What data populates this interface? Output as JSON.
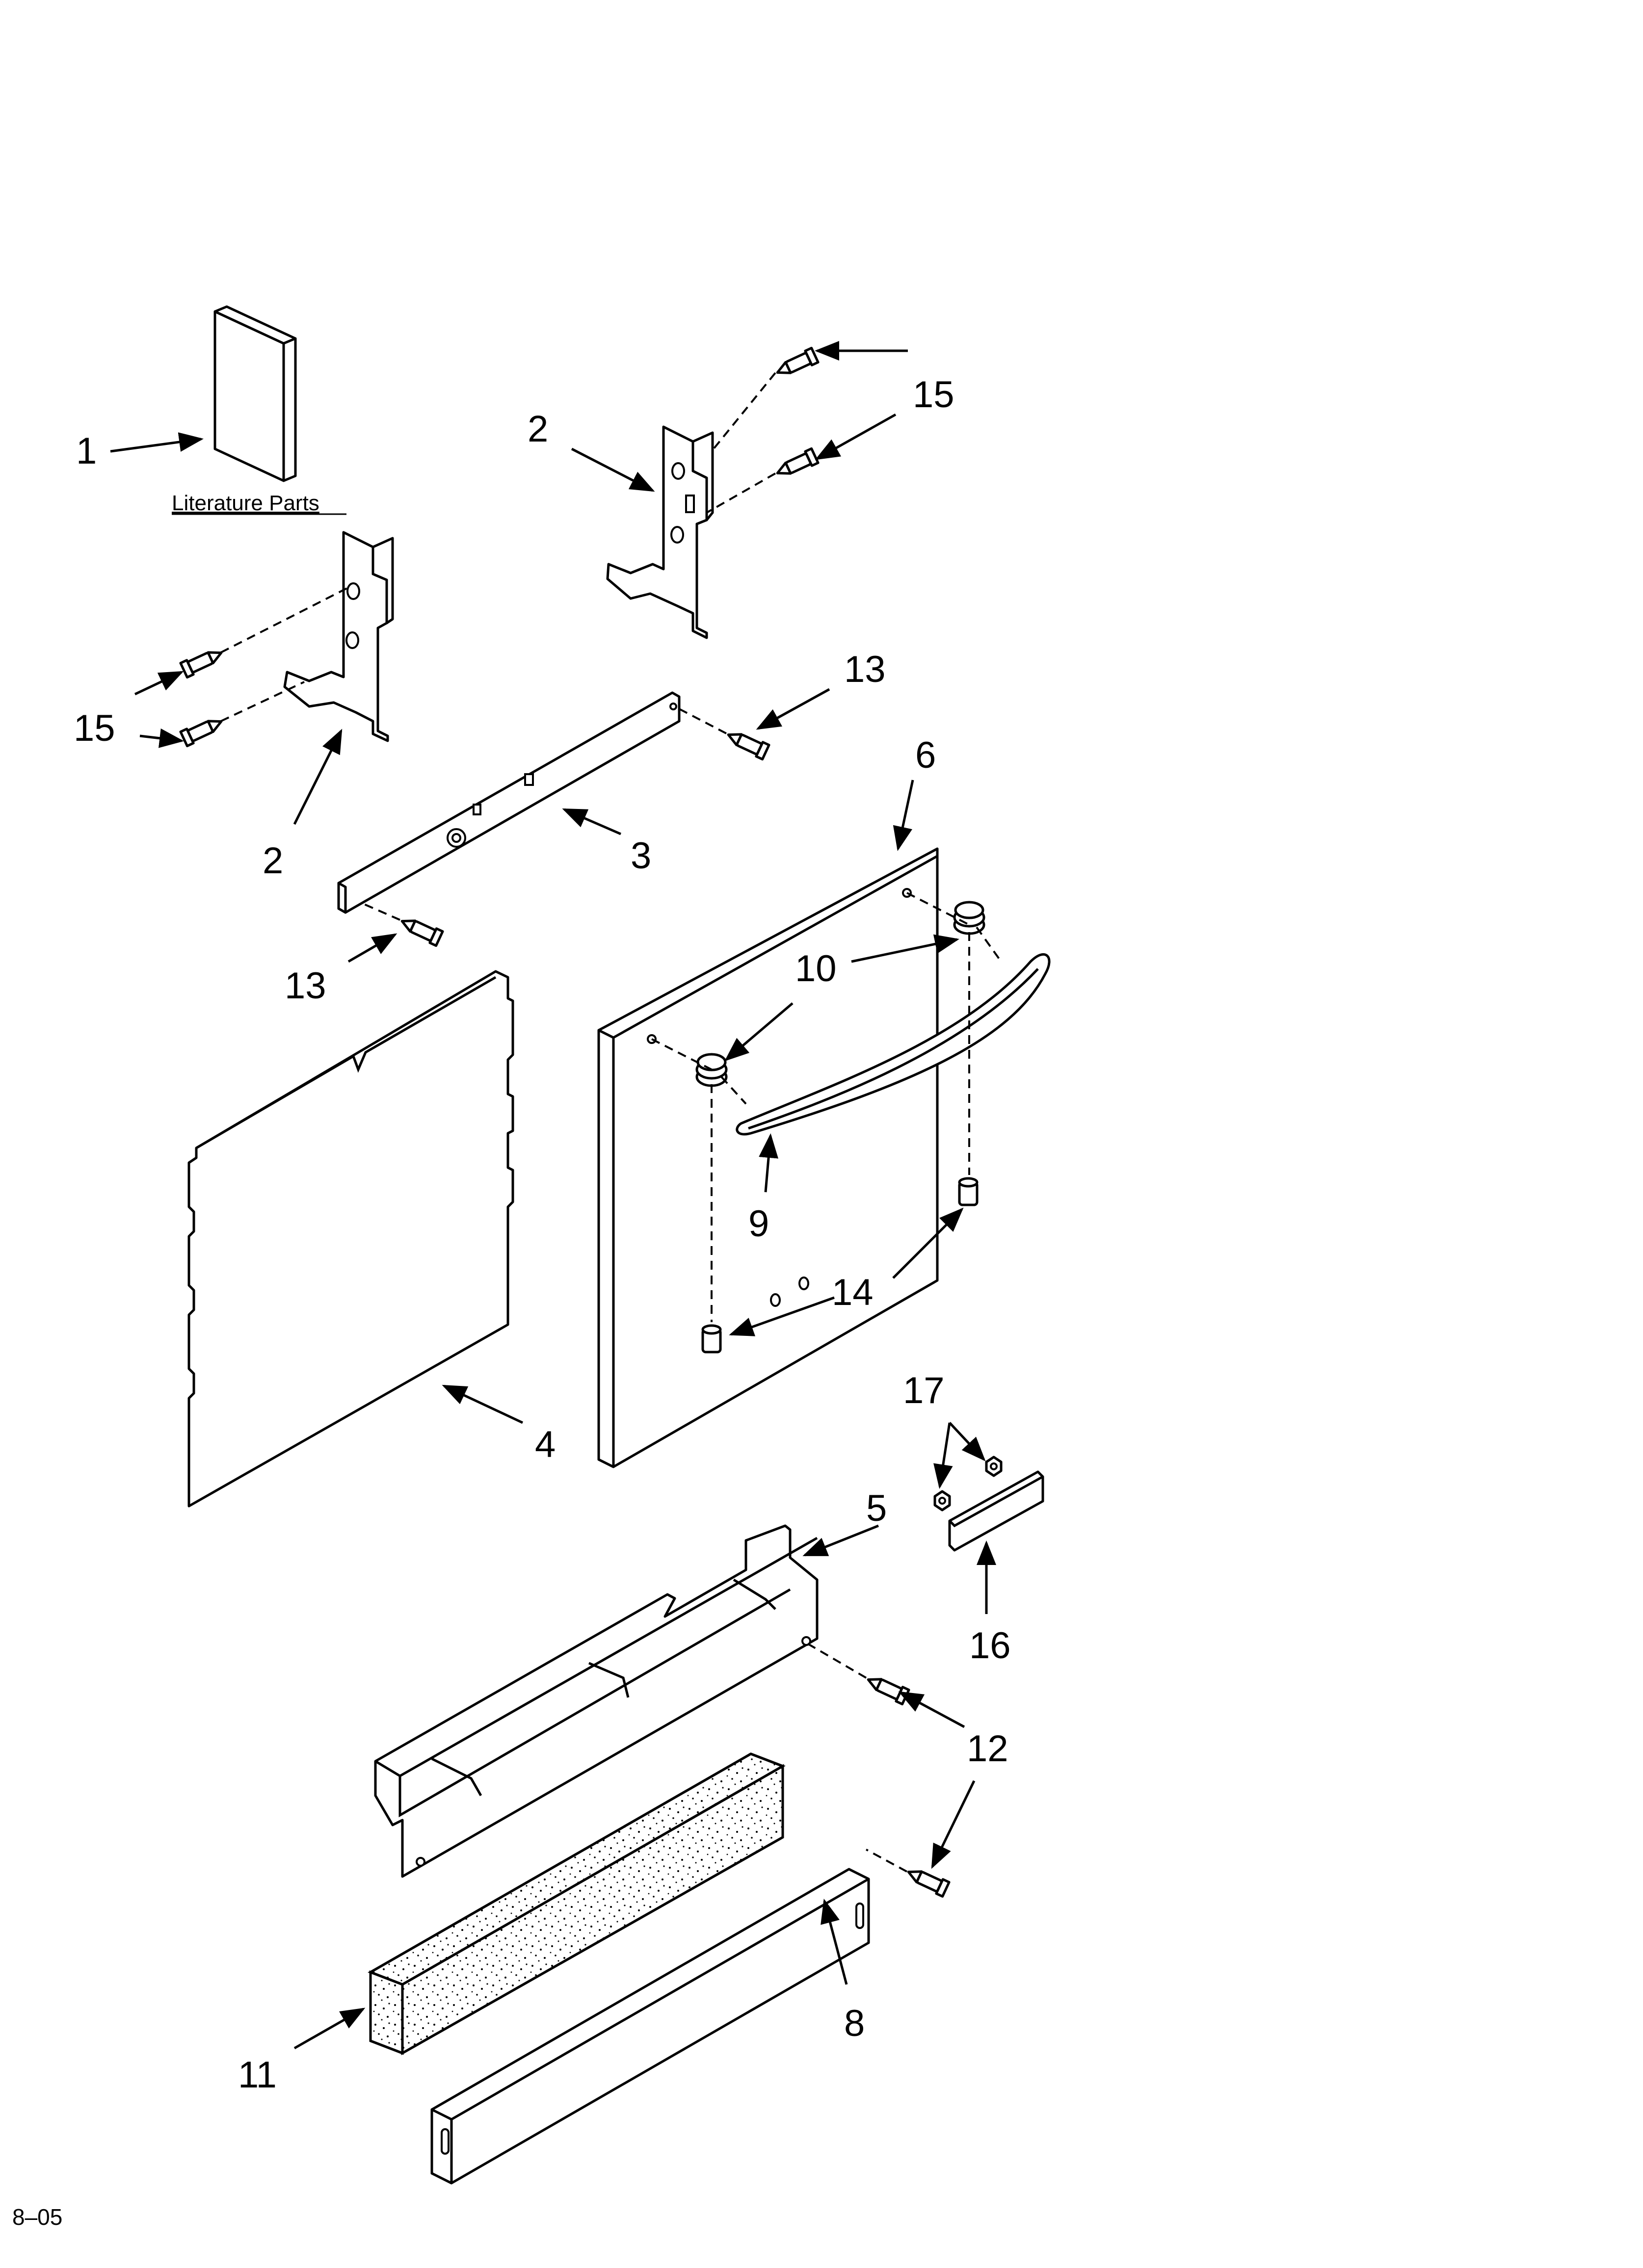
{
  "callouts": {
    "c1": "1",
    "c2a": "2",
    "c2b": "2",
    "c3": "3",
    "c4": "4",
    "c5": "5",
    "c6": "6",
    "c8": "8",
    "c9": "9",
    "c10": "10",
    "c11": "11",
    "c12": "12",
    "c13a": "13",
    "c13b": "13",
    "c14": "14",
    "c15a": "15",
    "c15b": "15",
    "c16": "16",
    "c17": "17"
  },
  "literature_label": "Literature Parts",
  "footer_code": "8–05"
}
